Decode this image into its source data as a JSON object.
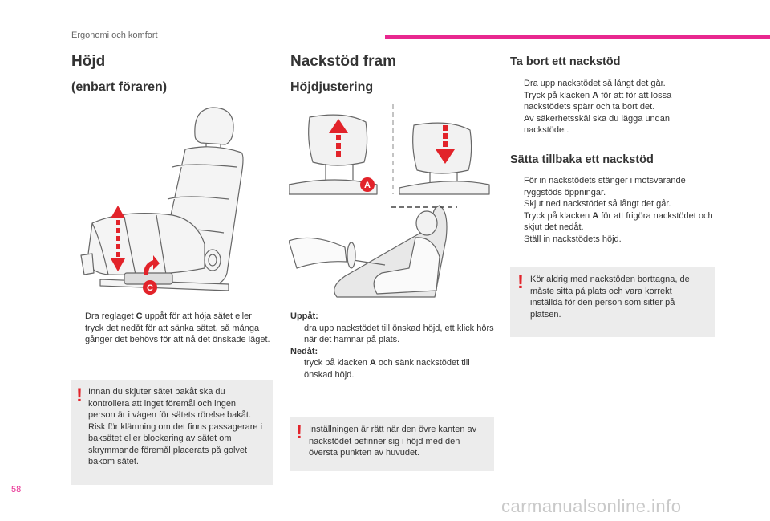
{
  "header": {
    "section": "Ergonomi och komfort",
    "accent": "#e8288f"
  },
  "page_number": "58",
  "watermark": "carmanualsonline.info",
  "col1": {
    "title": "Höjd",
    "subtitle": "(enbart föraren)",
    "callout": "C",
    "bullet_pre": "Dra reglaget ",
    "bullet_key": "C",
    "bullet_post": " uppåt för att höja sätet eller tryck det nedåt för att sänka sätet, så många gånger det behövs för att nå det önskade läget.",
    "warning": "Innan du skjuter sätet bakåt ska du kontrollera att inget föremål och ingen person är i vägen för sätets rörelse bakåt. Risk för klämning om det finns passagerare i baksätet eller blockering av sätet om skrymmande föremål placerats på golvet bakom sätet."
  },
  "col2": {
    "title": "Nackstöd fram",
    "subtitle": "Höjdjustering",
    "callout": "A",
    "up_label": "Uppåt:",
    "up_item": "dra upp nackstödet till önskad höjd, ett klick hörs när det hamnar på plats.",
    "down_label": "Nedåt:",
    "down_pre": "tryck på klacken ",
    "down_key": "A",
    "down_post": " och sänk nackstödet till önskad höjd.",
    "warning": "Inställningen är rätt när den övre kanten av nackstödet befinner sig i höjd med den översta punkten av huvudet."
  },
  "col3": {
    "remove_title": "Ta bort ett nackstöd",
    "remove_1": "Dra upp nackstödet så långt det går.",
    "remove_2_pre": "Tryck på klacken ",
    "remove_2_key": "A",
    "remove_2_post": " för att för att lossa nackstödets spärr och ta bort det.",
    "remove_3": "Av säkerhetsskäl ska du lägga undan nackstödet.",
    "refit_title": "Sätta tillbaka ett nackstöd",
    "refit_1": "För in nackstödets stänger i motsvarande ryggstöds öppningar.",
    "refit_2": "Skjut ned nackstödet så långt det går.",
    "refit_3_pre": "Tryck på klacken ",
    "refit_3_key": "A",
    "refit_3_post": " för att frigöra nackstödet och skjut det nedåt.",
    "refit_4": "Ställ in nackstödets höjd.",
    "warning": "Kör aldrig med nackstöden borttagna, de måste sitta på plats och vara korrekt inställda för den person som sitter på platsen."
  },
  "bullet_glyph": "",
  "warning_glyph": "!"
}
